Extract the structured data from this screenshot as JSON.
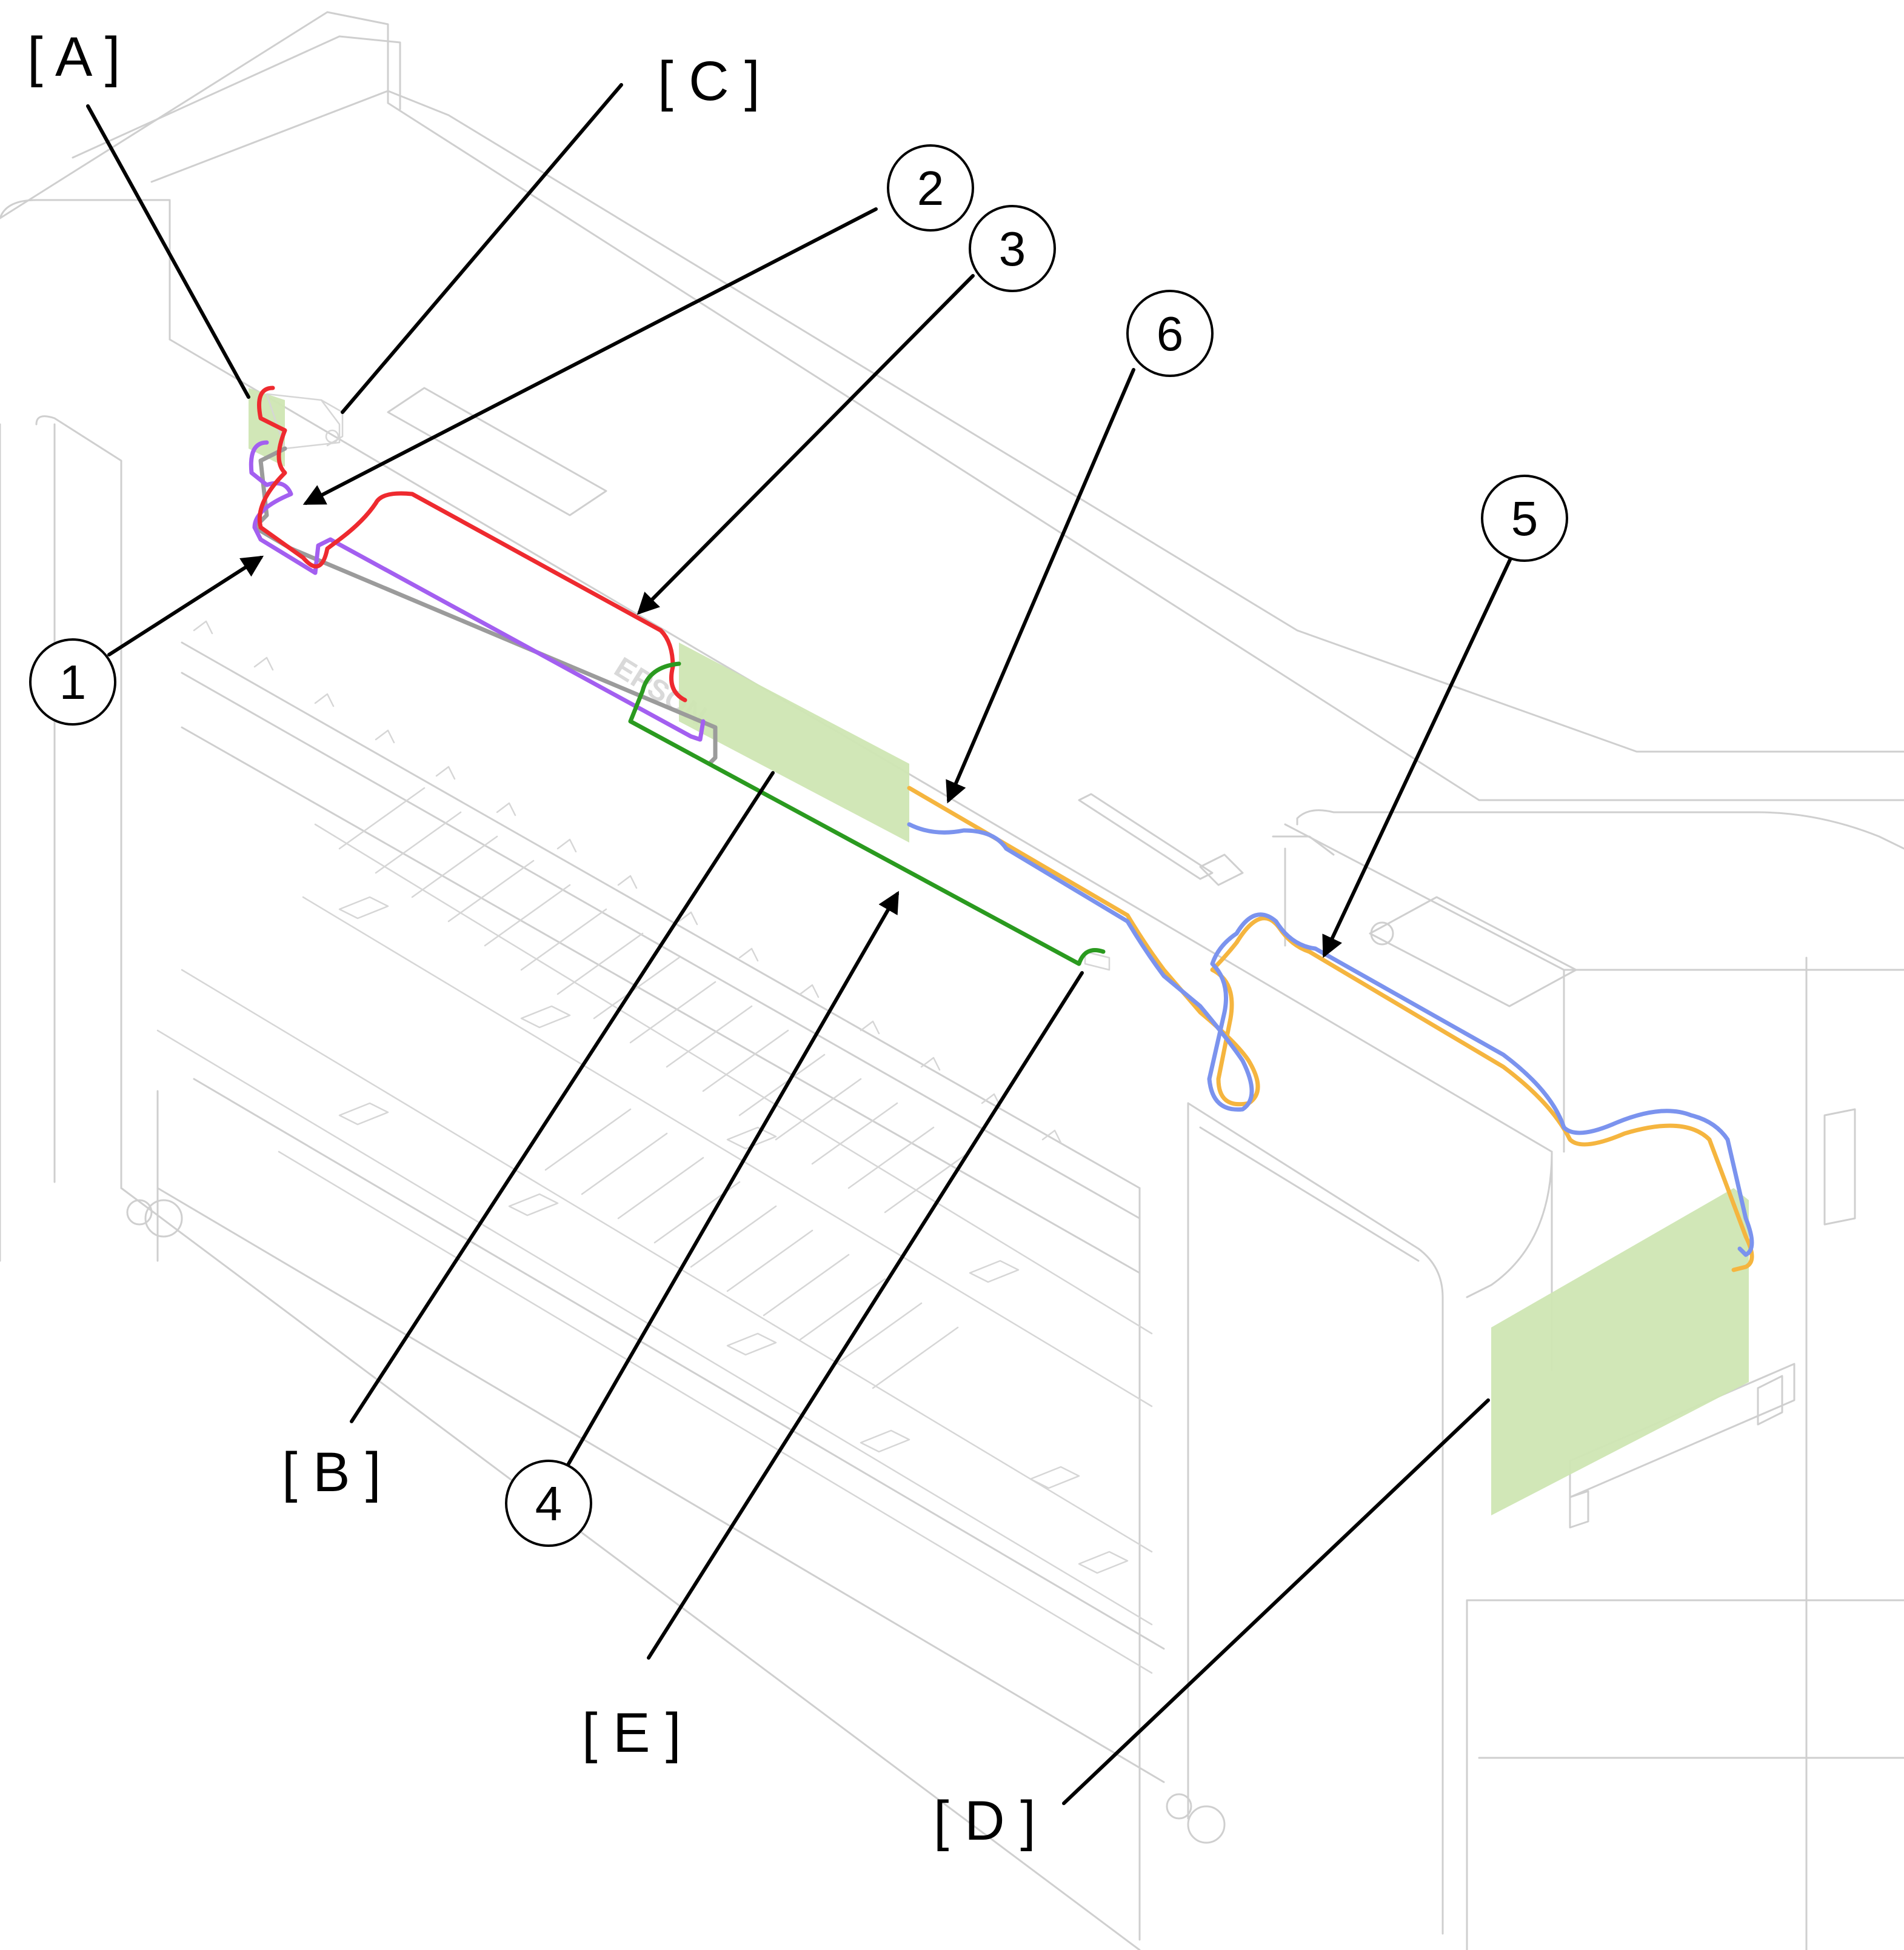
{
  "labels": {
    "A": "[ A ]",
    "B": "[ B ]",
    "C": "[ C ]",
    "D": "[ D ]",
    "E": "[ E ]"
  },
  "callouts": {
    "n1": "1",
    "n2": "2",
    "n3": "3",
    "n4": "4",
    "n5": "5",
    "n6": "6"
  },
  "logo": "EPSON",
  "colors": {
    "cable_red": "#ee2a2f",
    "cable_purple": "#a35ff0",
    "cable_gray": "#9b9b9b",
    "cable_green": "#2a9a1f",
    "cable_orange": "#f5b53f",
    "cable_blue": "#7b93ee",
    "board_fill": "#cfe6b3",
    "outline": "#cfcfcf",
    "leader": "#000000"
  }
}
